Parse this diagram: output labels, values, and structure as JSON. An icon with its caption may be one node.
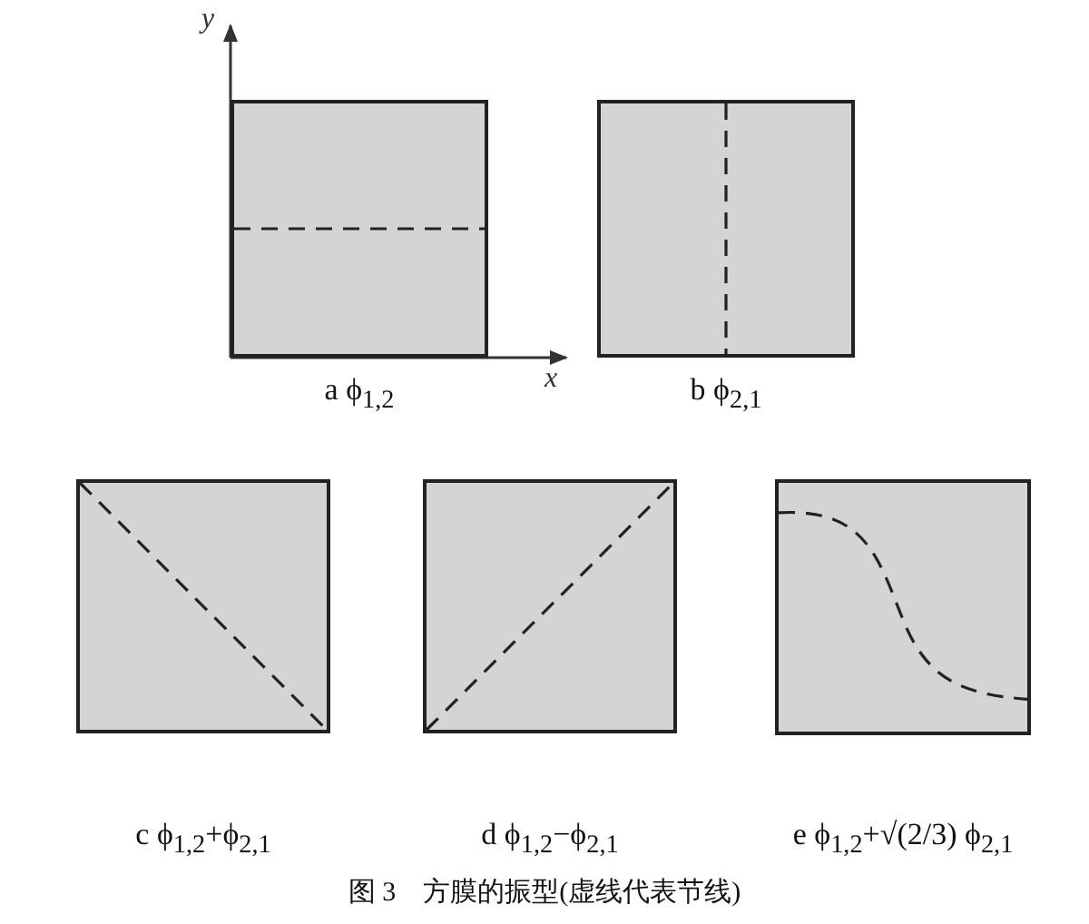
{
  "diagram": {
    "caption": "图 3　方膜的振型(虚线代表节线)",
    "nodes": [
      {
        "text": [],
        "shape": "box",
        "beside": [
          "a ϕ$_{1,2}$"
        ]
      },
      {
        "text": [],
        "shape": "box",
        "beside": [
          "b ϕ$_{2,1}$"
        ]
      },
      {
        "text": [],
        "shape": "box",
        "beside": [
          "c ϕ$_{1,2}$+ϕ$_{2,1}$"
        ]
      },
      {
        "text": [],
        "shape": "box",
        "beside": [
          "d ϕ$_{1,2}$−ϕ$_{2,1}$"
        ]
      },
      {
        "text": [],
        "shape": "box",
        "beside": [
          "e ϕ$_{1,2}$+√(2/3) ϕ$_{2,1}$"
        ]
      }
    ],
    "edges": [],
    "labels": [
      "y",
      "x"
    ]
  }
}
